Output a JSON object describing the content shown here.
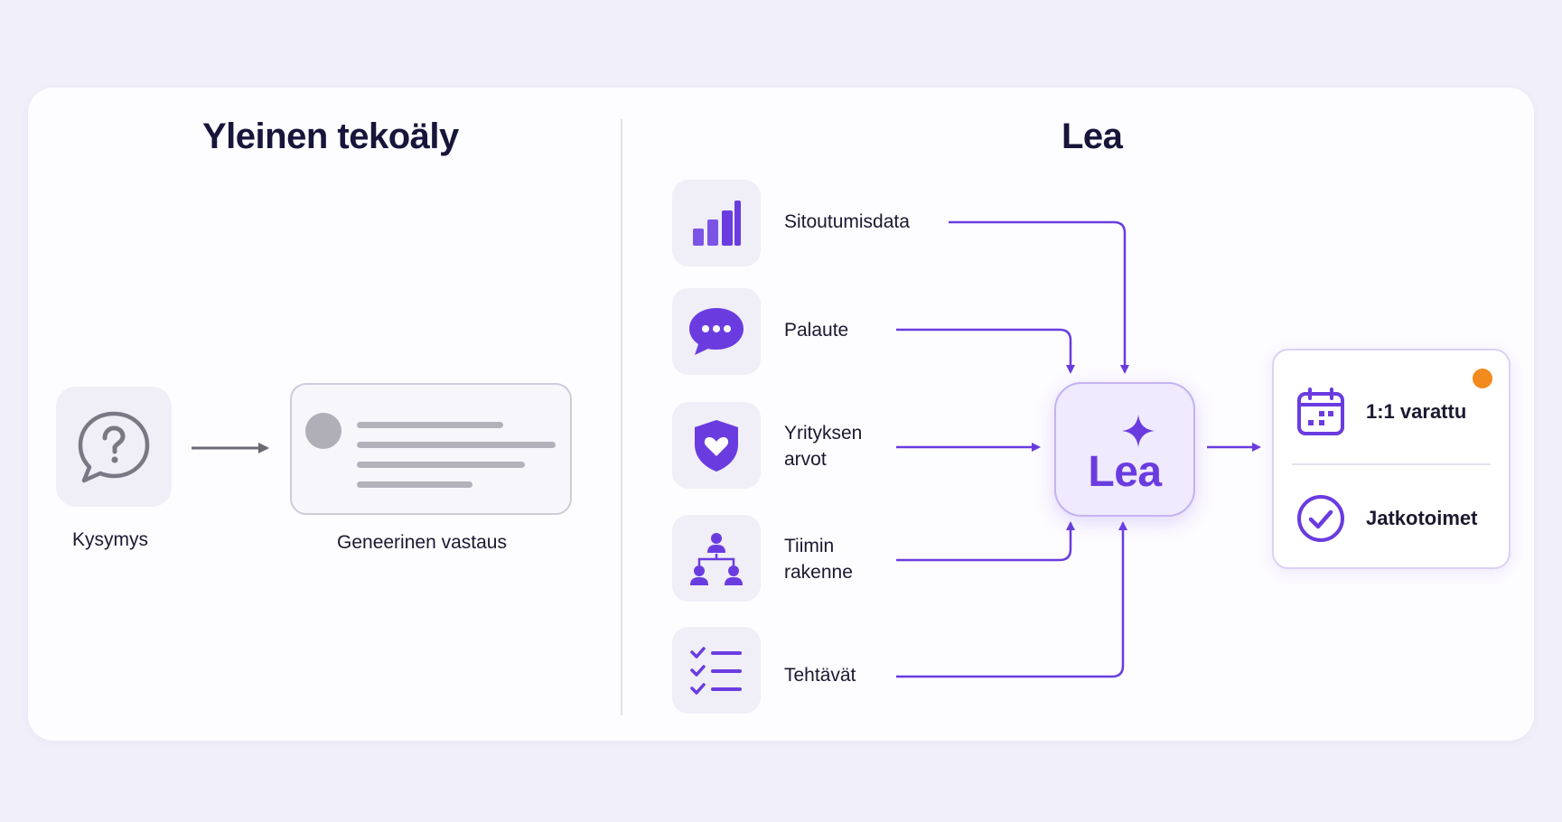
{
  "left": {
    "title": "Yleinen tekoäly",
    "question_label": "Kysymys",
    "generic_label": "Geneerinen vastaus"
  },
  "right": {
    "title": "Lea",
    "sources": [
      {
        "line1": "Sitoutumisdata",
        "line2": "",
        "icon": "bar-chart-icon"
      },
      {
        "line1": "Palaute",
        "line2": "",
        "icon": "chat-bubble-icon"
      },
      {
        "line1": "Yrityksen",
        "line2": "arvot",
        "icon": "shield-heart-icon"
      },
      {
        "line1": "Tiimin",
        "line2": "rakenne",
        "icon": "org-chart-icon"
      },
      {
        "line1": "Tehtävät",
        "line2": "",
        "icon": "checklist-icon"
      }
    ],
    "hub_label": "Lea",
    "results": [
      {
        "label": "1:1 varattu",
        "icon": "calendar-icon"
      },
      {
        "label": "Jatkotoimet",
        "icon": "check-circle-icon"
      }
    ]
  },
  "colors": {
    "accent": "#6a3ce0",
    "line": "#6a3ce0",
    "notification": "#f28a1e"
  }
}
